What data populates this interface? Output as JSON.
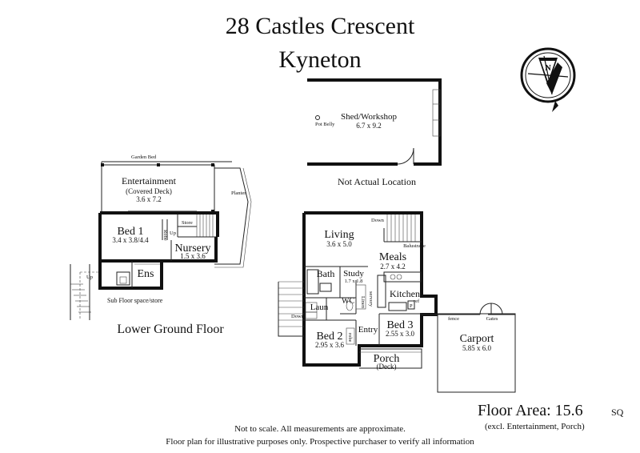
{
  "title": {
    "line1": "28 Castles Crescent",
    "line2": "Kyneton"
  },
  "compass": {
    "label": "N",
    "icon": "north-arrow-compass"
  },
  "shed": {
    "name": "Shed/Workshop",
    "size": "6.7 x 9.2",
    "pot_belly": "Pot Belly",
    "note": "Not Actual Location"
  },
  "lower_floor": {
    "caption": "Lower Ground Floor",
    "garden_bed": "Garden Bed",
    "planter": "Planter",
    "sub_floor": "Sub Floor space/store",
    "entertainment": {
      "name": "Entertainment",
      "sub": "(Covered Deck)",
      "size": "3.6 x 7.2"
    },
    "bed1": {
      "name": "Bed 1",
      "size": "3.4 x 3.8/4.4"
    },
    "robe": "Robe",
    "store": "Store",
    "up": "Up",
    "up2": "Up",
    "nursery": {
      "name": "Nursery",
      "size": "1.5 x 3.6"
    },
    "ens": "Ens"
  },
  "upper_floor": {
    "living": {
      "name": "Living",
      "size": "3.6 x 5.0"
    },
    "down": "Down",
    "down2": "Down",
    "balustrade": "Balustrade",
    "meals": {
      "name": "Meals",
      "size": "2.7 x 4.2"
    },
    "bath": "Bath",
    "study": {
      "name": "Study",
      "size": "1.7 x 1.8"
    },
    "linen": "Linen",
    "servery": "servery",
    "kitchen": "Kitchen",
    "ref": "ref",
    "pantry": "P",
    "wc": "WC",
    "laun": "Laun",
    "bed2": {
      "name": "Bed 2",
      "size": "2.95 x 3.6"
    },
    "robe": "robe",
    "entry": "Entry",
    "bed3": {
      "name": "Bed 3",
      "size": "2.55 x 3.0"
    },
    "porch": {
      "name": "Porch",
      "sub": "(Deck)"
    },
    "fence": "fence",
    "gates": "Gates",
    "carport": {
      "name": "Carport",
      "size": "5.85 x 6.0"
    }
  },
  "floor_area": {
    "label": "Floor Area: 15.6",
    "unit": "SQ",
    "note": "(excl. Entertainment, Porch)"
  },
  "disclaimer": {
    "line1": "Not to scale. All measurements are approximate.",
    "line2": "Floor plan for illustrative purposes only. Prospective purchaser to verify all information"
  }
}
